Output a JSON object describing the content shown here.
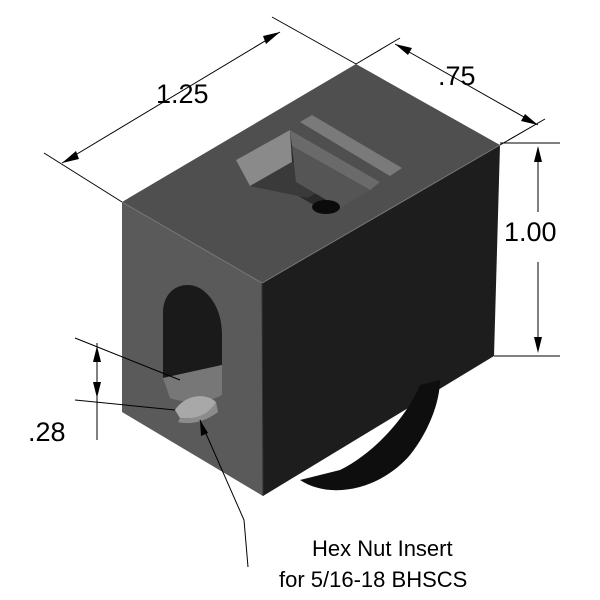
{
  "dimensions": {
    "width": ".75",
    "length": "1.25",
    "height": "1.00",
    "offset": ".28"
  },
  "callout": {
    "line1": "Hex Nut Insert",
    "line2": "for 5/16-18 BHSCS"
  },
  "colors": {
    "front_face": "#5a5a5a",
    "top_face": "#505050",
    "right_face": "#1c1c1c",
    "lines": "#000000"
  }
}
